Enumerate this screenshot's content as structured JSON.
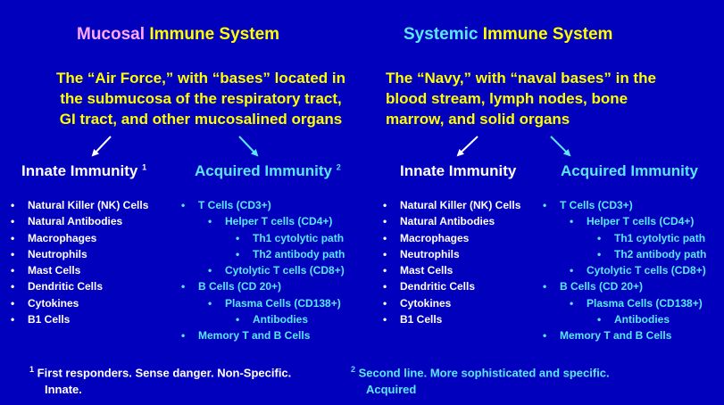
{
  "mucosal": {
    "title_part1": "Mucosal",
    "title_part2": "Immune System",
    "description_lines": [
      "The “Air Force,” with “bases” located in",
      "the submucosa of the respiratory tract,",
      "GI tract, and other mucosalined organs"
    ],
    "innate_heading": "Innate Immunity",
    "innate_sup": "1",
    "acquired_heading": "Acquired Immunity",
    "acquired_sup": "2",
    "innate_items": [
      "Natural Killer (NK) Cells",
      "Natural Antibodies",
      "Macrophages",
      "Neutrophils",
      "Mast Cells",
      "Dendritic Cells",
      "Cytokines",
      "B1 Cells"
    ],
    "acquired_items": [
      {
        "level": 0,
        "text": "T Cells (CD3+)"
      },
      {
        "level": 1,
        "text": "Helper T cells (CD4+)"
      },
      {
        "level": 2,
        "text": "Th1 cytolytic path"
      },
      {
        "level": 2,
        "text": "Th2 antibody path"
      },
      {
        "level": 1,
        "text": "Cytolytic T cells (CD8+)"
      },
      {
        "level": 0,
        "text": "B Cells (CD 20+)"
      },
      {
        "level": 1,
        "text": "Plasma Cells (CD138+)"
      },
      {
        "level": 2,
        "text": "Antibodies"
      },
      {
        "level": 0,
        "text": "Memory T and B Cells"
      }
    ]
  },
  "systemic": {
    "title_part1": "Systemic",
    "title_part2": "Immune System",
    "description_lines": [
      "The “Navy,” with “naval bases” in the",
      "blood stream, lymph nodes, bone",
      "marrow, and solid organs"
    ],
    "innate_heading": "Innate Immunity",
    "acquired_heading": "Acquired Immunity",
    "innate_items": [
      "Natural Killer (NK) Cells",
      "Natural Antibodies",
      "Macrophages",
      "Neutrophils",
      "Mast Cells",
      "Dendritic Cells",
      "Cytokines",
      "B1 Cells"
    ],
    "acquired_items": [
      {
        "level": 0,
        "text": "T Cells (CD3+)"
      },
      {
        "level": 1,
        "text": "Helper T cells (CD4+)"
      },
      {
        "level": 2,
        "text": "Th1 cytolytic path"
      },
      {
        "level": 2,
        "text": "Th2 antibody path"
      },
      {
        "level": 1,
        "text": "Cytolytic T cells (CD8+)"
      },
      {
        "level": 0,
        "text": "B Cells (CD 20+)"
      },
      {
        "level": 1,
        "text": "Plasma Cells (CD138+)"
      },
      {
        "level": 2,
        "text": "Antibodies"
      },
      {
        "level": 0,
        "text": "Memory T and B Cells"
      }
    ]
  },
  "footnotes": {
    "note1_marker": "1",
    "note1_line1": "First responders. Sense danger. Non-Specific.",
    "note1_line2": "Innate.",
    "note2_marker": "2",
    "note2_line1": "Second line. More sophisticated and specific.",
    "note2_line2": "Acquired"
  },
  "bullet_char": "•",
  "colors": {
    "background": "#0000bd",
    "yellow": "#ffff00",
    "cyan": "#59e8ff",
    "pink": "#ffa8ff",
    "white": "#ffffff"
  }
}
